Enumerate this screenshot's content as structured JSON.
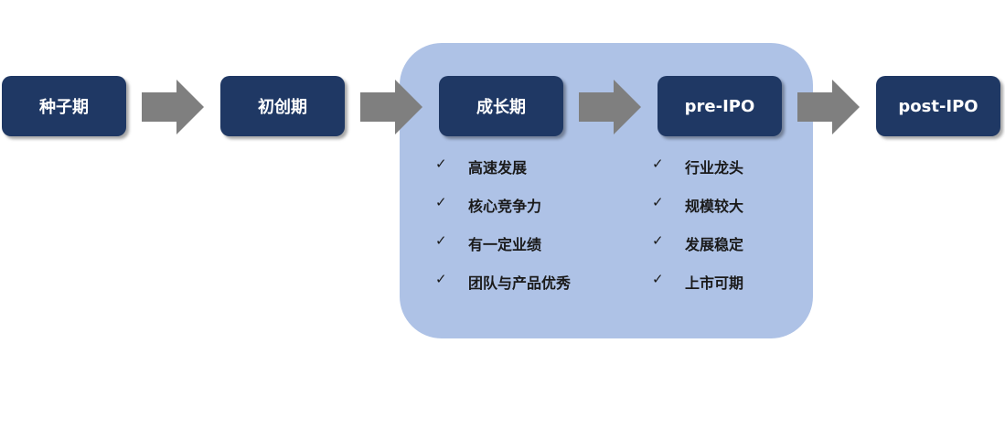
{
  "colors": {
    "stage_fill": "#1f3864",
    "highlight_fill": "#aec2e6",
    "arrow_fill": "#7f7f7f"
  },
  "stages": [
    {
      "label": "种子期"
    },
    {
      "label": "初创期"
    },
    {
      "label": "成长期"
    },
    {
      "label": "pre-IPO"
    },
    {
      "label": "post-IPO"
    }
  ],
  "growth_list": {
    "check_symbol": "✓",
    "items": [
      "高速发展",
      "核心竞争力",
      "有一定业绩",
      "团队与产品优秀"
    ]
  },
  "preipo_list": {
    "check_symbol": "✓",
    "items": [
      "行业龙头",
      "规模较大",
      "发展稳定",
      "上市可期"
    ]
  }
}
